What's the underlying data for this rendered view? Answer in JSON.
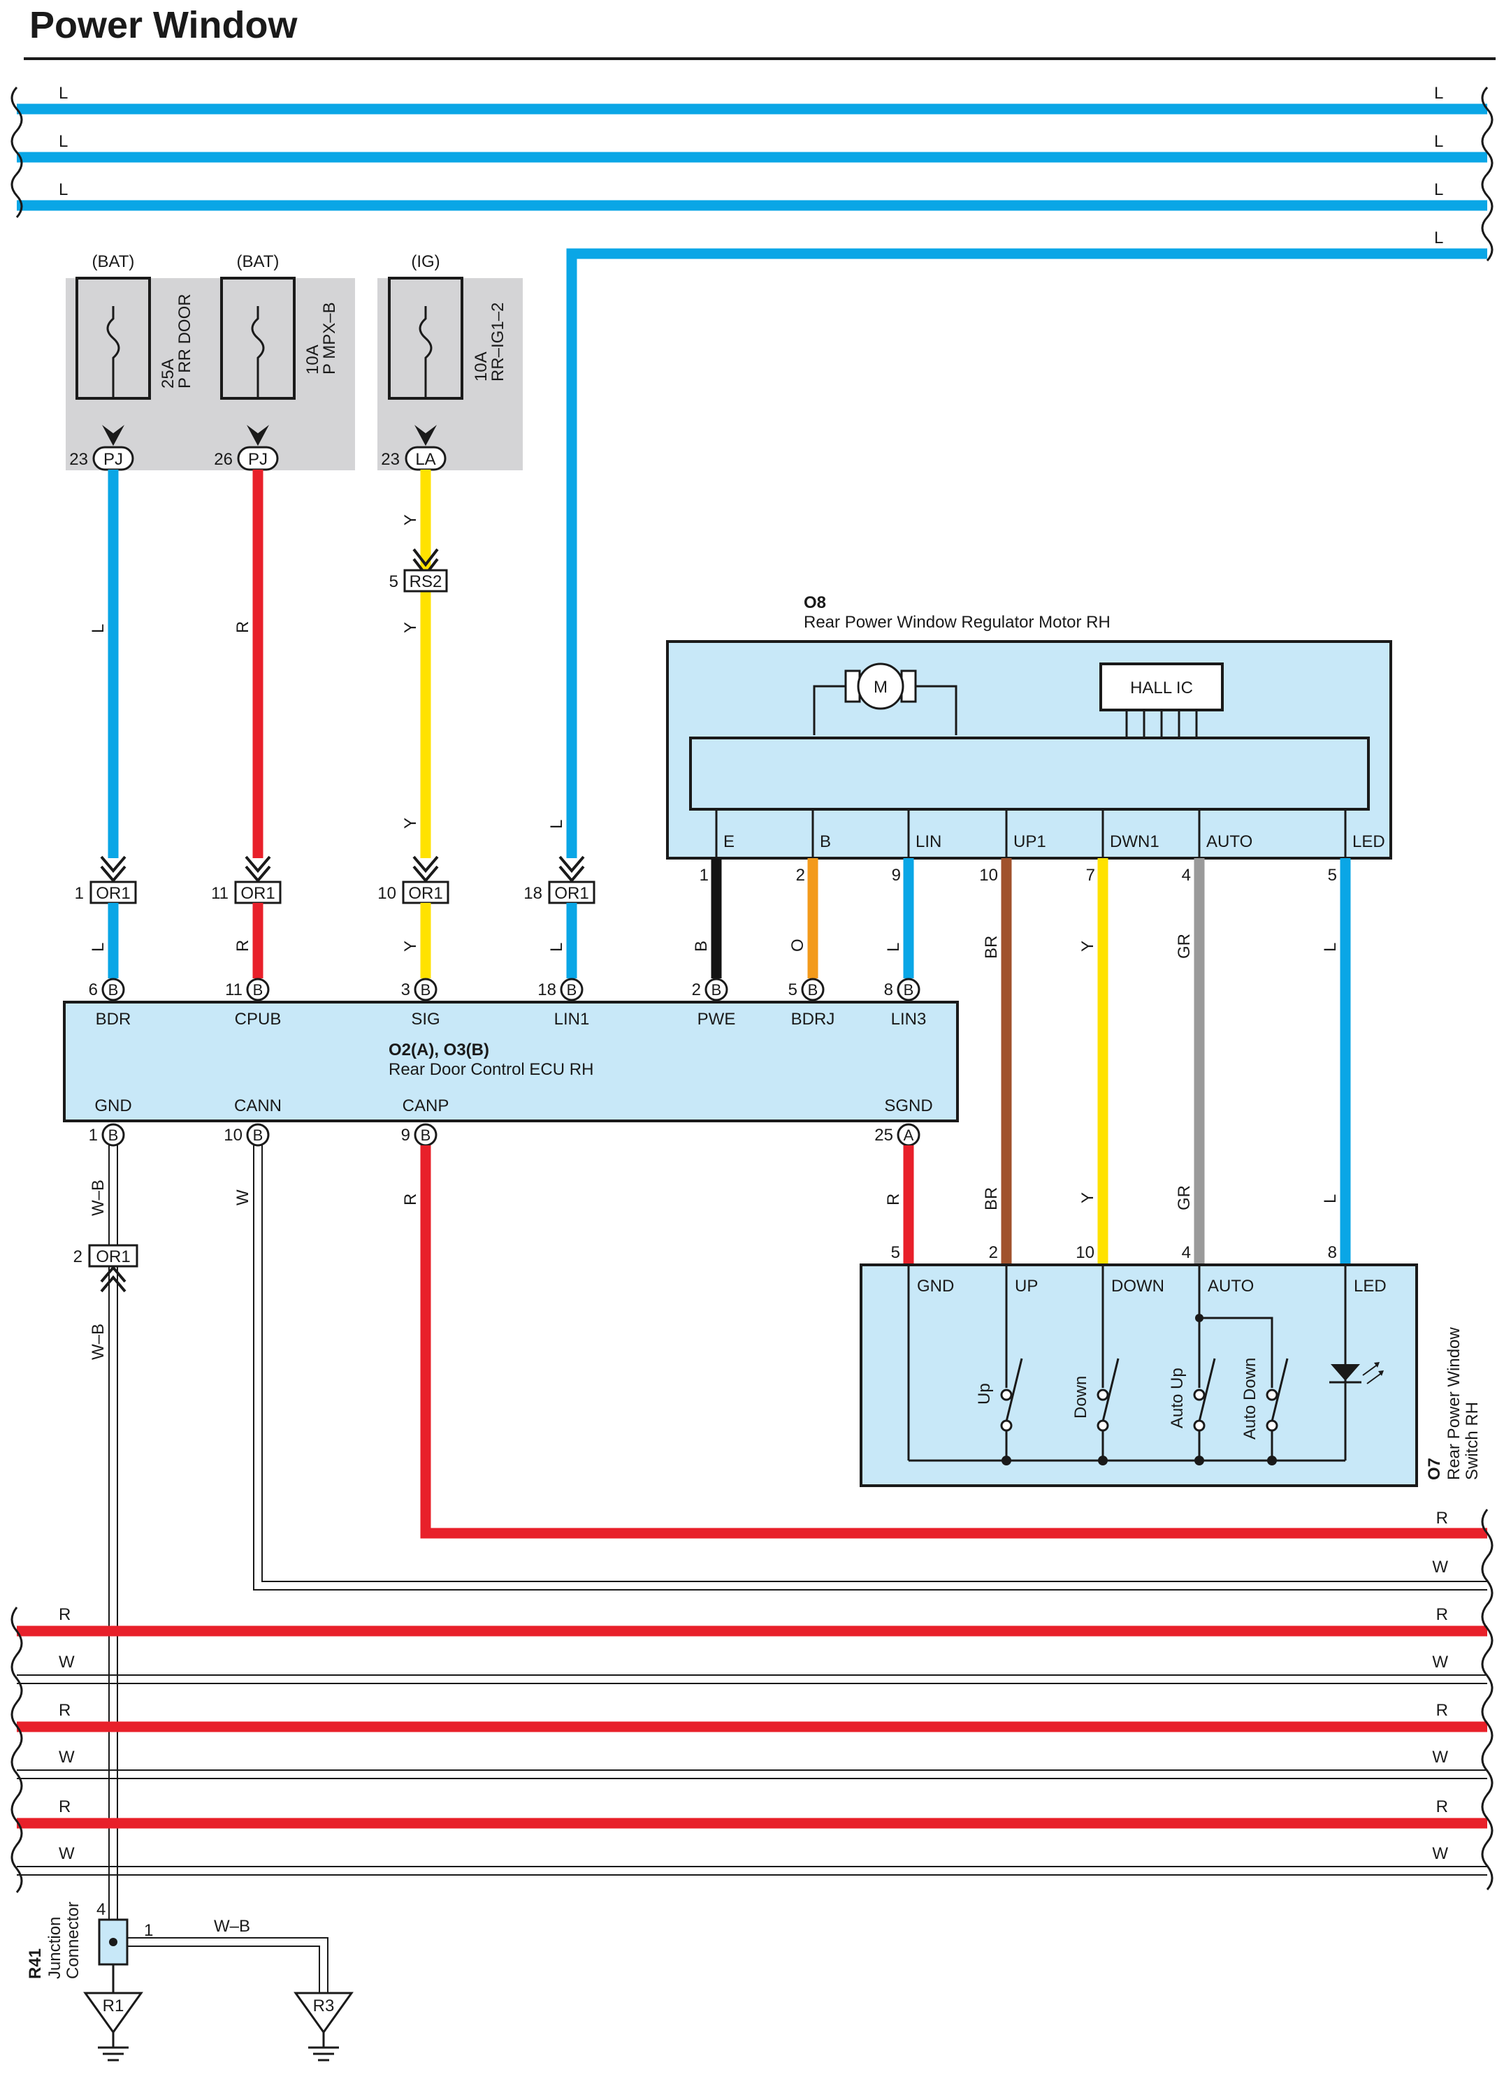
{
  "title": "Power Window",
  "colors": {
    "L": "#0aa6e6",
    "R": "#e8202a",
    "Y": "#ffe200",
    "B": "#141414",
    "O": "#f39a1b",
    "BR": "#a0522d",
    "GR": "#9a9a9a",
    "W": "#ffffff",
    "box": "#c8e8f8",
    "fuse_bg": "#d4d4d6"
  },
  "wire_codes": {
    "L": "L",
    "R": "R",
    "Y": "Y",
    "B": "B",
    "O": "O",
    "BR": "BR",
    "GR": "GR",
    "W": "W",
    "WB": "W–B"
  },
  "fuses": [
    {
      "source": "(BAT)",
      "amp": "25A",
      "name": "P RR DOOR",
      "pin": "23",
      "conn": "PJ"
    },
    {
      "source": "(BAT)",
      "amp": "10A",
      "name": "P MPX–B",
      "pin": "26",
      "conn": "PJ"
    },
    {
      "source": "(IG)",
      "amp": "10A",
      "name": "RR–IG1–2",
      "pin": "23",
      "conn": "LA"
    }
  ],
  "junction_rs2": {
    "pin": "5",
    "conn": "RS2"
  },
  "or1": [
    {
      "pin": "1",
      "conn": "OR1"
    },
    {
      "pin": "11",
      "conn": "OR1"
    },
    {
      "pin": "10",
      "conn": "OR1"
    },
    {
      "pin": "18",
      "conn": "OR1"
    },
    {
      "pin": "2",
      "conn": "OR1"
    }
  ],
  "ecu": {
    "id": "O2(A), O3(B)",
    "name": "Rear Door Control ECU RH",
    "top_pins": [
      {
        "pin": "6",
        "conn": "B",
        "label": "BDR"
      },
      {
        "pin": "11",
        "conn": "B",
        "label": "CPUB"
      },
      {
        "pin": "3",
        "conn": "B",
        "label": "SIG"
      },
      {
        "pin": "18",
        "conn": "B",
        "label": "LIN1"
      },
      {
        "pin": "2",
        "conn": "B",
        "label": "PWE"
      },
      {
        "pin": "5",
        "conn": "B",
        "label": "BDRJ"
      },
      {
        "pin": "8",
        "conn": "B",
        "label": "LIN3"
      }
    ],
    "bottom_pins": [
      {
        "pin": "1",
        "conn": "B",
        "label": "GND"
      },
      {
        "pin": "10",
        "conn": "B",
        "label": "CANN"
      },
      {
        "pin": "9",
        "conn": "B",
        "label": "CANP"
      },
      {
        "pin": "25",
        "conn": "A",
        "label": "SGND"
      }
    ]
  },
  "motor": {
    "id": "O8",
    "name": "Rear Power Window Regulator Motor RH",
    "motor_symbol": "M",
    "hall": "HALL IC",
    "pins": [
      {
        "pin": "1",
        "label": "E"
      },
      {
        "pin": "2",
        "label": "B"
      },
      {
        "pin": "9",
        "label": "LIN"
      },
      {
        "pin": "10",
        "label": "UP1"
      },
      {
        "pin": "7",
        "label": "DWN1"
      },
      {
        "pin": "4",
        "label": "AUTO"
      },
      {
        "pin": "5",
        "label": "LED"
      }
    ]
  },
  "switch": {
    "id": "O7",
    "name_line1": "Rear Power Window",
    "name_line2": "Switch RH",
    "pins": [
      {
        "pin": "5",
        "label": "GND"
      },
      {
        "pin": "2",
        "label": "UP"
      },
      {
        "pin": "10",
        "label": "DOWN"
      },
      {
        "pin": "4",
        "label": "AUTO"
      },
      {
        "pin": "8",
        "label": "LED"
      }
    ],
    "contacts": [
      "Up",
      "Down",
      "Auto Up",
      "Auto Down"
    ]
  },
  "junction_connector": {
    "id": "R41",
    "line1": "Junction",
    "line2": "Connector",
    "pin_a": "4",
    "pin_b": "1",
    "grounds": [
      "R1",
      "R3"
    ]
  }
}
